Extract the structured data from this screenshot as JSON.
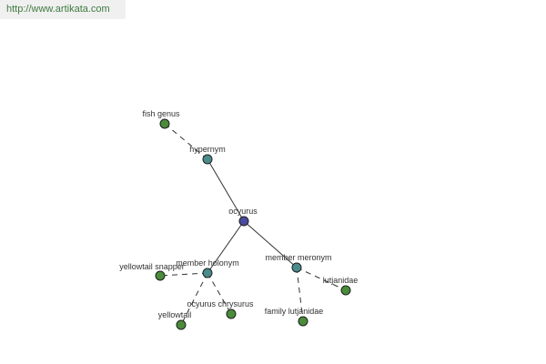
{
  "header": {
    "url": "http://www.artikata.com"
  },
  "colors": {
    "center": "#4a4a9c",
    "relation": "#4a8c8c",
    "leaf": "#4a8c3a"
  },
  "graph": {
    "nodes": [
      {
        "id": "center",
        "label": "ocyurus",
        "kind": "center"
      },
      {
        "id": "hyper",
        "label": "hypernym",
        "kind": "relation"
      },
      {
        "id": "fish",
        "label": "fish genus",
        "kind": "leaf"
      },
      {
        "id": "holo",
        "label": "member holonym",
        "kind": "relation"
      },
      {
        "id": "mero",
        "label": "member meronym",
        "kind": "relation"
      },
      {
        "id": "ysnap",
        "label": "yellowtail snapper",
        "kind": "leaf"
      },
      {
        "id": "ytail",
        "label": "yellowtail",
        "kind": "leaf"
      },
      {
        "id": "ochry",
        "label": "ocyurus chrysurus",
        "kind": "leaf"
      },
      {
        "id": "famlut",
        "label": "family lutjanidae",
        "kind": "leaf"
      },
      {
        "id": "lutj",
        "label": "lutjanidae",
        "kind": "leaf"
      }
    ],
    "edges": [
      {
        "from": "center",
        "to": "hyper",
        "style": "solid"
      },
      {
        "from": "center",
        "to": "holo",
        "style": "solid"
      },
      {
        "from": "center",
        "to": "mero",
        "style": "solid"
      },
      {
        "from": "hyper",
        "to": "fish",
        "style": "dashed"
      },
      {
        "from": "holo",
        "to": "ysnap",
        "style": "dashed"
      },
      {
        "from": "holo",
        "to": "ytail",
        "style": "dashed"
      },
      {
        "from": "holo",
        "to": "ochry",
        "style": "dashed"
      },
      {
        "from": "mero",
        "to": "famlut",
        "style": "dashed"
      },
      {
        "from": "mero",
        "to": "lutj",
        "style": "dashed"
      }
    ]
  }
}
